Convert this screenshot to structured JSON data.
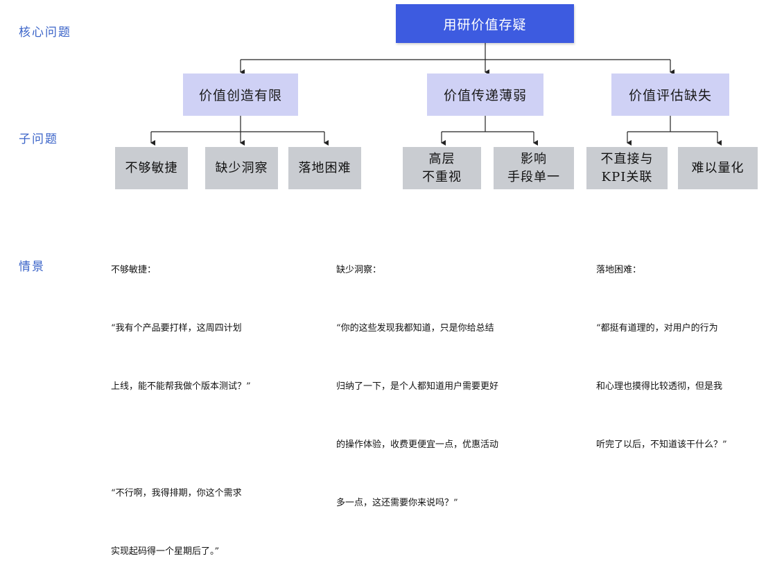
{
  "side_labels": {
    "core": "核心问题",
    "sub": "子问题",
    "scenario": "情景"
  },
  "tree": {
    "root": "用研价值存疑",
    "branches": [
      {
        "label": "价值创造有限",
        "leaves": [
          [
            "不够敏捷"
          ],
          [
            "缺少洞察"
          ],
          [
            "落地困难"
          ]
        ]
      },
      {
        "label": "价值传递薄弱",
        "leaves": [
          [
            "高层",
            "不重视"
          ],
          [
            "影响",
            "手段单一"
          ]
        ]
      },
      {
        "label": "价值评估缺失",
        "leaves": [
          [
            "不直接与",
            "KPI关联"
          ],
          [
            "难以量化"
          ]
        ]
      }
    ]
  },
  "scenarios": [
    {
      "title": "不够敏捷：",
      "paragraphs": [
        [
          "“我有个产品要打样，这周四计划",
          "上线，能不能帮我做个版本测试？”"
        ],
        [
          "“不行啊，我得排期，你这个需求",
          "实现起码得一个星期后了。”"
        ]
      ]
    },
    {
      "title": "缺少洞察：",
      "paragraphs": [
        [
          "“你的这些发现我都知道，只是你给总结",
          "归纳了一下，是个人都知道用户需要更好",
          "的操作体验，收费更便宜一点，优惠活动",
          "多一点，这还需要你来说吗？”"
        ]
      ]
    },
    {
      "title": "落地困难：",
      "paragraphs": [
        [
          "“都挺有道理的，对用户的行为",
          "和心理也摸得比较透彻，但是我",
          "听完了以后，不知道该干什么？”"
        ]
      ]
    }
  ],
  "colors": {
    "root_fill": "#3d5be0",
    "mid_fill": "#cfd1f5",
    "leaf_fill": "#c9ccd1",
    "label_color": "#3a63c8",
    "line_color": "#222222"
  }
}
